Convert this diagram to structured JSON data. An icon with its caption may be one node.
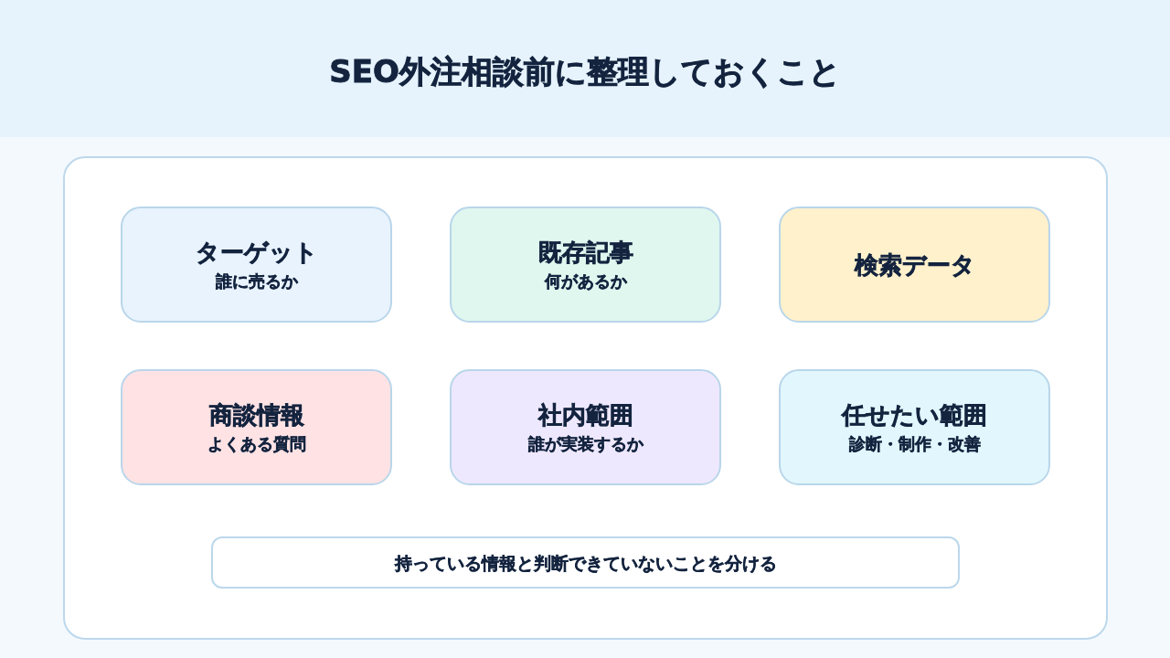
{
  "diagram": {
    "title": "SEO外注相談前に整理しておくこと",
    "nodes": [
      {
        "text": [],
        "shape": "box"
      },
      {
        "text": [
          "ターゲット",
          "誰に売るか"
        ],
        "in": 0
      },
      {
        "text": [
          "既存記事",
          "何があるか"
        ],
        "in": 0
      },
      {
        "text": [
          "検索データ"
        ],
        "in": 0
      },
      {
        "text": [
          "商談情報",
          "よくある質問"
        ],
        "in": 0
      },
      {
        "text": [
          "社内範囲",
          "誰が実装するか"
        ],
        "in": 0
      },
      {
        "text": [
          "任せたい範囲",
          "診断・制作・改善"
        ],
        "in": 0
      },
      {
        "text": [
          "持っている情報と判断できていないことを分ける"
        ],
        "in": 0
      }
    ]
  }
}
